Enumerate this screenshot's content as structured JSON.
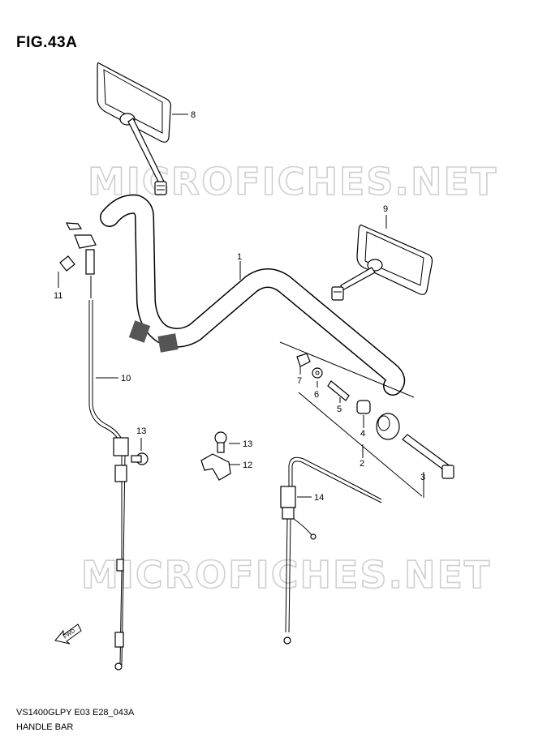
{
  "figure": {
    "title": "FIG.43A",
    "code": "VS1400GLPY E03 E28_043A",
    "name": "HANDLE BAR"
  },
  "watermark": "MICROFICHES.NET",
  "fwd_label": "FWD",
  "callouts": [
    "1",
    "2",
    "3",
    "4",
    "5",
    "6",
    "7",
    "8",
    "9",
    "10",
    "11",
    "12",
    "13",
    "13",
    "14"
  ]
}
